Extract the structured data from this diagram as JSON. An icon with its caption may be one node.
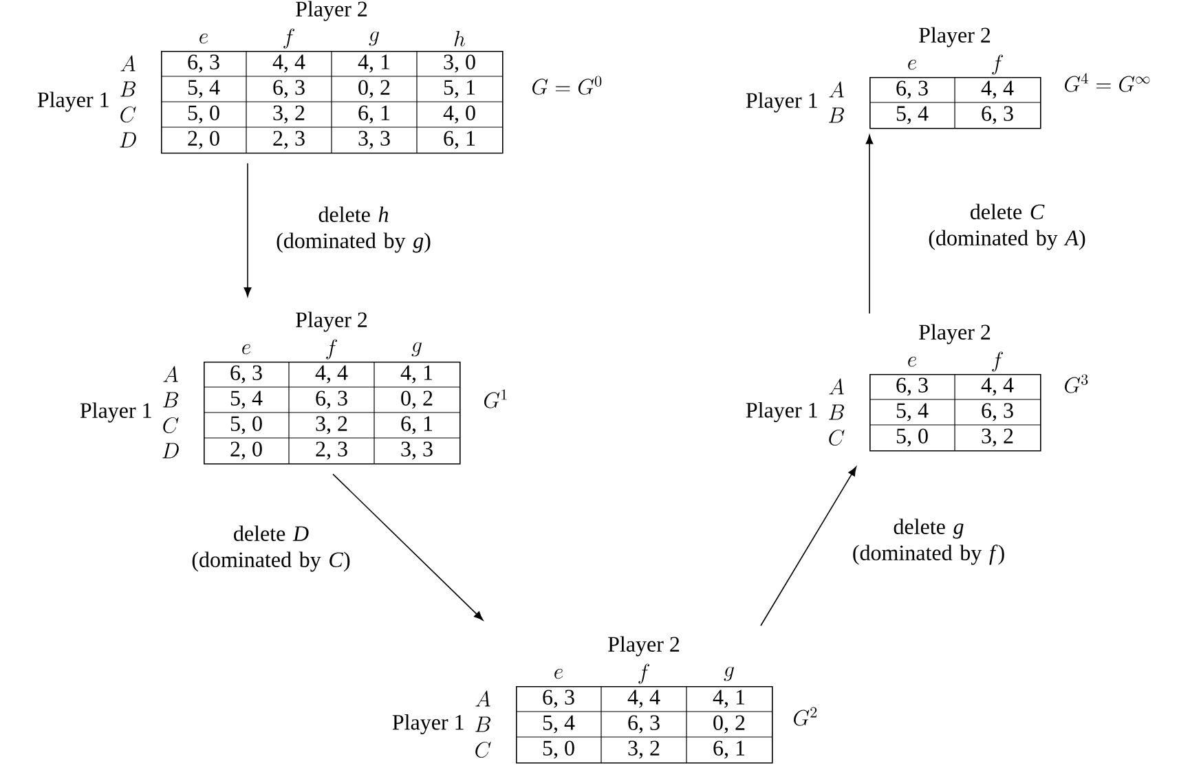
{
  "diagram": {
    "nodes": [
      {
        "text": [
          "Player 2",
          "e",
          "f",
          "g",
          "h",
          "Player 1",
          "A",
          "B",
          "C",
          "D",
          "6, 3",
          "4, 4",
          "4, 1",
          "3, 0",
          "5, 4",
          "6, 3",
          "0, 2",
          "5, 1",
          "5, 0",
          "3, 2",
          "6, 1",
          "4, 0",
          "2, 0",
          "2, 3",
          "3, 3",
          "6, 1"
        ],
        "beside": [
          "G = G^0"
        ]
      },
      {
        "text": [
          "Player 2",
          "e",
          "f",
          "g",
          "Player 1",
          "A",
          "B",
          "C",
          "D",
          "6, 3",
          "4, 4",
          "4, 1",
          "5, 4",
          "6, 3",
          "0, 2",
          "5, 0",
          "3, 2",
          "6, 1",
          "2, 0",
          "2, 3",
          "3, 3"
        ],
        "beside": [
          "G^1"
        ]
      },
      {
        "text": [
          "Player 2",
          "e",
          "f",
          "g",
          "Player 1",
          "A",
          "B",
          "C",
          "6, 3",
          "4, 4",
          "4, 1",
          "5, 4",
          "6, 3",
          "0, 2",
          "5, 0",
          "3, 2",
          "6, 1"
        ],
        "beside": [
          "G^2"
        ]
      },
      {
        "text": [
          "Player 2",
          "e",
          "f",
          "Player 1",
          "A",
          "B",
          "C",
          "6, 3",
          "4, 4",
          "5, 4",
          "6, 3",
          "5, 0",
          "3, 2"
        ],
        "beside": [
          "G^3"
        ]
      },
      {
        "text": [
          "Player 2",
          "e",
          "f",
          "Player 1",
          "A",
          "B",
          "6, 3",
          "4, 4",
          "5, 4",
          "6, 3"
        ],
        "beside": [
          "G^4 = G^\\infty"
        ]
      }
    ],
    "edges": [
      {
        "from": 0,
        "to": 1,
        "arrow": "to",
        "label": "delete *h* (dominated by *g*)"
      },
      {
        "from": 1,
        "to": 2,
        "arrow": "to",
        "label": "delete *D* (dominated by *C*)"
      },
      {
        "from": 2,
        "to": 3,
        "arrow": "to",
        "label": "delete *g* (dominated by *f*)"
      },
      {
        "from": 3,
        "to": 4,
        "arrow": "to",
        "label": "delete *C* (dominated by *A*)"
      }
    ]
  }
}
